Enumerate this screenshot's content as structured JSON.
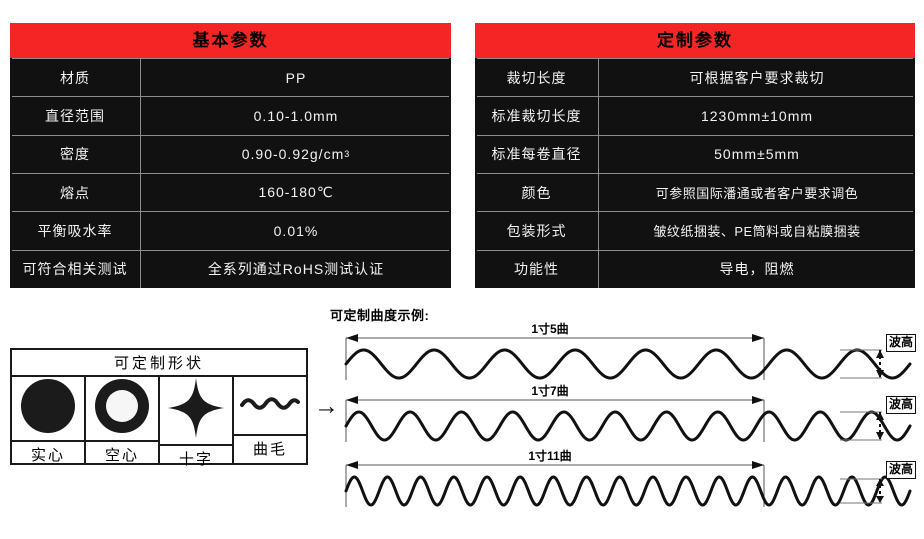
{
  "tables": [
    {
      "id": "basic",
      "title": "基本参数",
      "accent": "#f42525",
      "rows": [
        {
          "key": "材质",
          "value": "PP"
        },
        {
          "key": "直径范围",
          "value": "0.10-1.0mm"
        },
        {
          "key": "密度",
          "value": "0.90-0.92g/cm",
          "sup": "3"
        },
        {
          "key": "熔点",
          "value": "160-180℃"
        },
        {
          "key": "平衡吸水率",
          "value": "0.01%"
        },
        {
          "key": "可符合相关测试",
          "value": "全系列通过RoHS测试认证"
        }
      ]
    },
    {
      "id": "custom",
      "title": "定制参数",
      "accent": "#f42525",
      "rows": [
        {
          "key": "裁切长度",
          "value": "可根据客户要求裁切"
        },
        {
          "key": "标准裁切长度",
          "value": "1230mm±10mm"
        },
        {
          "key": "标准每卷直径",
          "value": "50mm±5mm"
        },
        {
          "key": "颜色",
          "value": "可参照国际潘通或者客户要求调色"
        },
        {
          "key": "包装形式",
          "value": "皱纹纸捆装、PE筒料或自粘膜捆装"
        },
        {
          "key": "功能性",
          "value": "导电，阻燃"
        }
      ]
    }
  ],
  "shape_box": {
    "title": "可定制形状",
    "items": [
      {
        "label": "实心",
        "icon": "solid-circle-icon"
      },
      {
        "label": "空心",
        "icon": "hollow-circle-icon"
      },
      {
        "label": "十字",
        "icon": "four-point-star-icon"
      },
      {
        "label": "曲毛",
        "icon": "wavy-line-icon"
      }
    ]
  },
  "flow_arrow": {
    "glyph": "→"
  },
  "curve_panel": {
    "caption": "可定制曲度示例:",
    "height_label": "波高",
    "rows": [
      {
        "span_label": "1寸5曲",
        "waves_per_inch": 5,
        "total_waves": 8
      },
      {
        "span_label": "1寸7曲",
        "waves_per_inch": 7,
        "total_waves": 11
      },
      {
        "span_label": "1寸11曲",
        "waves_per_inch": 11,
        "total_waves": 17
      }
    ]
  }
}
